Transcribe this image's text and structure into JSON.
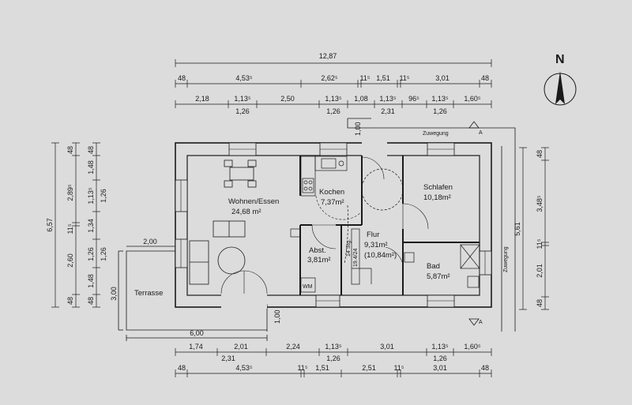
{
  "north": {
    "label": "N",
    "icon": "north-arrow-icon"
  },
  "dimensions": {
    "top_total": "12,87",
    "top_row1": [
      "48",
      "4,53⁵",
      "2,62⁵",
      "11⁵",
      "1,51",
      "11⁵",
      "3,01",
      "48"
    ],
    "top_row2": [
      "2,18",
      "1,13⁵",
      "2,50",
      "1,13⁵",
      "1,08",
      "1,13⁵",
      "96⁵",
      "1,13⁵",
      "1,60⁵"
    ],
    "top_row3": [
      "1,26",
      "1,26",
      "2,31",
      "1,26"
    ],
    "bottom_row1": [
      "1,74",
      "2,01",
      "2,24",
      "1,13⁵",
      "3,01",
      "1,13⁵",
      "1,60⁵"
    ],
    "bottom_row2": [
      "2,31",
      "1,26",
      "1,26"
    ],
    "bottom_row3": [
      "48",
      "4,53⁵",
      "11⁵",
      "1,51",
      "2,51",
      "11⁵",
      "3,01",
      "48"
    ],
    "left_total": "6,57",
    "left_row1": [
      "48",
      "2,60",
      "11⁵",
      "2,89⁵",
      "48"
    ],
    "left_row2": [
      "48",
      "1,48",
      "1,26",
      "1,34",
      "1,13⁵",
      "1,48",
      "48"
    ],
    "left_row3": [
      "1,26",
      "1,26"
    ],
    "right_total": "5,61",
    "right_row1": [
      "48",
      "3,48⁵",
      "11⁵",
      "2,01",
      "48"
    ],
    "terrace_width": "2,00",
    "terrace_depth": "3,00",
    "terrace_len": "6,00",
    "entry_top": "1,00",
    "entry_bottom": "1,00"
  },
  "rooms": {
    "wohnen": {
      "name": "Wohnen/Essen",
      "area": "24,68 m²"
    },
    "kochen": {
      "name": "Kochen",
      "area": "7,37m²"
    },
    "schlafen": {
      "name": "Schlafen",
      "area": "10,18m²"
    },
    "abst": {
      "name": "Abst.",
      "area": "3,81m²"
    },
    "flur": {
      "name": "Flur",
      "area": "9,31m²",
      "area2": "(10,84m²)"
    },
    "bad": {
      "name": "Bad",
      "area": "5,87m²"
    },
    "terrasse": {
      "name": "Terrasse"
    }
  },
  "labels": {
    "zuwegung_top": "Zuwegung",
    "zuwegung_side": "Zuwegung",
    "stair": "14 Stg.",
    "stair2": "19.4/24",
    "wm": "WM",
    "section_a": "A"
  }
}
